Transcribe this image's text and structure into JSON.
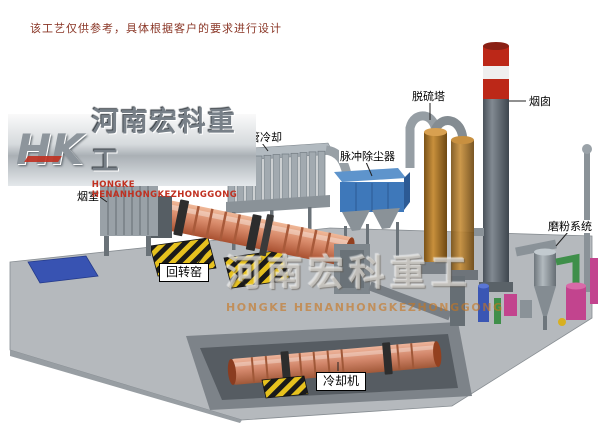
{
  "disclaimer": "该工艺仅供参考，具体根据客户的要求进行设计",
  "logo": {
    "monogram": "HK",
    "company": "河南宏科重工",
    "tagline": "HONGKE HENANHONGKEZHONGGONG"
  },
  "watermark": {
    "company": "河南宏科重工",
    "tagline": "HONGKE HENANHONGKEZHONGGONG"
  },
  "equipment_labels": {
    "smoke_chamber": "烟室",
    "multi_tube_cooler": "多管冷却",
    "pulse_dust_collector": "脉冲除尘器",
    "desulfurization_tower": "脱硫塔",
    "chimney": "烟囱",
    "grinding_system": "磨粉系统",
    "rotary_kiln": "回转窑",
    "cooling_machine": "冷却机"
  },
  "colors": {
    "kiln_shell": "#d88a6a",
    "collector_blue": "#3e78ba",
    "tower_orange": "#c8903c",
    "chimney_red": "#bc2818",
    "hazard_yellow": "#e6c11e",
    "platform_gray": "#b5b9bd",
    "mill_magenta": "#c2448e",
    "pipe_green": "#3f8f4a"
  }
}
